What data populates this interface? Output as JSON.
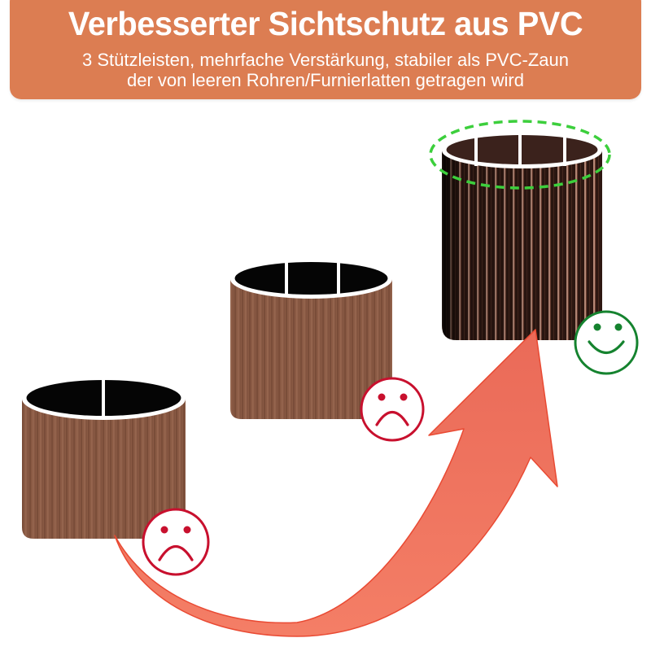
{
  "banner": {
    "title": "Verbesserter Sichtschutz aus PVC",
    "subtitle_line1": "3 Stützleisten, mehrfache Verstärkung, stabiler als PVC-Zaun",
    "subtitle_line2": "der von leeren Rohren/Furnierlatten getragen wird",
    "background_color": "#dc7d52",
    "text_color": "#ffffff"
  },
  "illustration": {
    "profiles": [
      {
        "id": "profile-1",
        "support_ribs": 1,
        "color": "#8a5a44",
        "rating": "sad-face-icon"
      },
      {
        "id": "profile-2",
        "support_ribs": 2,
        "color": "#8a5a44",
        "rating": "sad-face-icon"
      },
      {
        "id": "profile-3",
        "support_ribs": 3,
        "color": "#3a2019",
        "rating": "smiley-face-icon",
        "highlight": "green-dashed-ellipse"
      }
    ],
    "arrow_color": "#ef6a55",
    "sad_color": "#c8102e",
    "happy_color": "#15832f",
    "highlight_color": "#3ccf3c"
  }
}
